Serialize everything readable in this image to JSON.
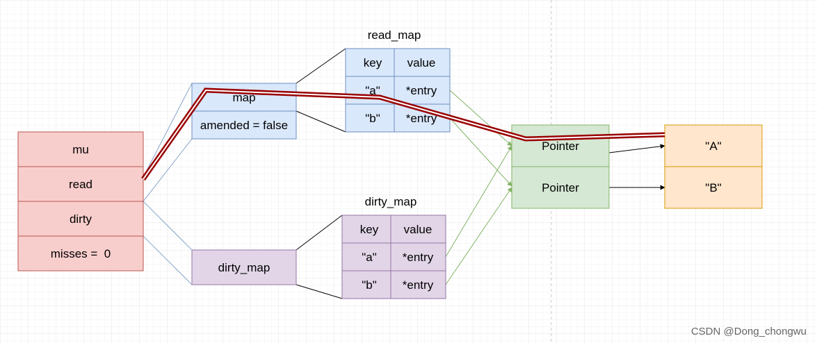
{
  "colors": {
    "background": "#ffffff",
    "grid_minor": "#f2f2f2",
    "grid_major": "#e4e4e4",
    "guide_line": "#c8c8c8",
    "struct_fill": "#f8cecc",
    "struct_stroke": "#b85450",
    "read_fill": "#dae8fc",
    "read_stroke": "#6c8ebf",
    "dirty_fill": "#e1d5e7",
    "dirty_stroke": "#9673a6",
    "pointer_fill": "#d5e8d4",
    "pointer_stroke": "#82b366",
    "value_fill": "#ffe6cc",
    "value_stroke": "#d79b00",
    "highlight_path": "#990000",
    "text": "#000000",
    "watermark": "#666666"
  },
  "struct": {
    "fields": [
      "mu",
      "read",
      "dirty",
      "misses =  0"
    ]
  },
  "read_struct": {
    "rows": [
      "map",
      "amended = false"
    ]
  },
  "dirty_struct": {
    "label": "dirty_map"
  },
  "read_map": {
    "title": "read_map",
    "header": [
      "key",
      "value"
    ],
    "rows": [
      [
        "\"a\"",
        "*entry"
      ],
      [
        "\"b\"",
        "*entry"
      ]
    ]
  },
  "dirty_map": {
    "title": "dirty_map",
    "header": [
      "key",
      "value"
    ],
    "rows": [
      [
        "\"a\"",
        "*entry"
      ],
      [
        "\"b\"",
        "*entry"
      ]
    ]
  },
  "pointers": [
    "Pointer",
    "Pointer"
  ],
  "values": [
    "\"A\"",
    "\"B\""
  ],
  "watermark": "CSDN @Dong_chongwu"
}
